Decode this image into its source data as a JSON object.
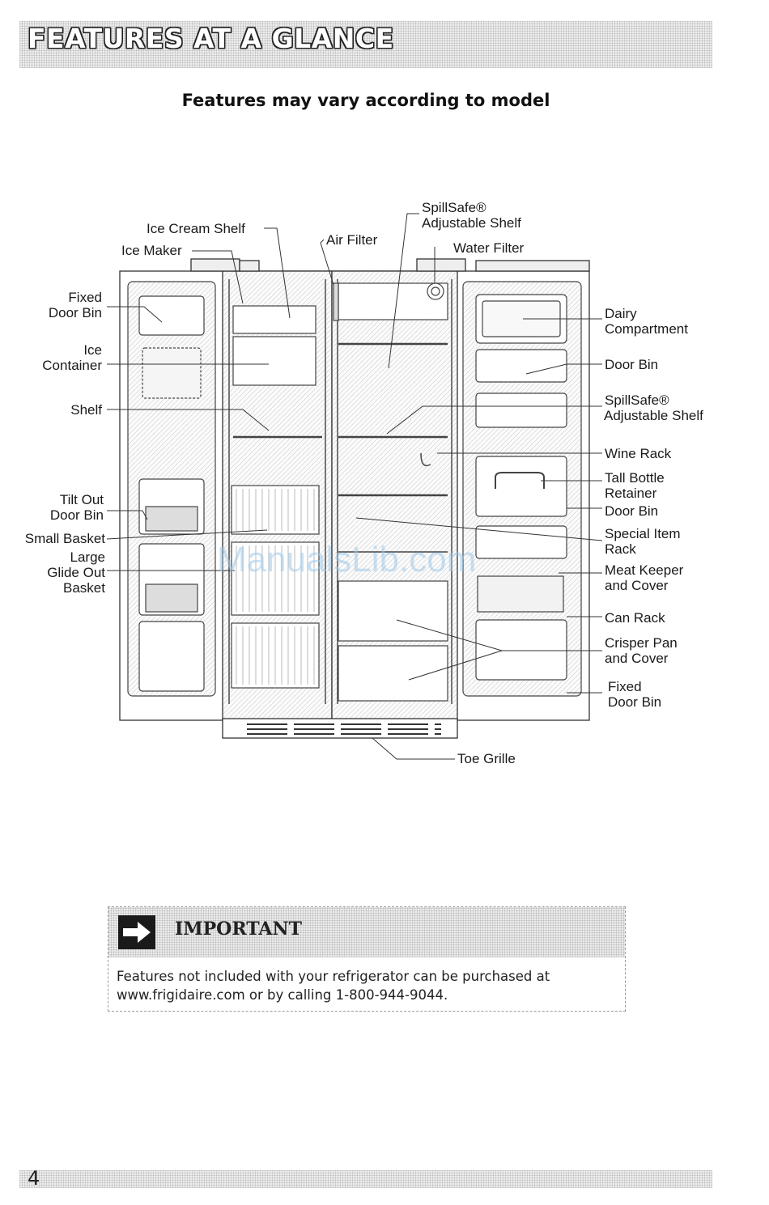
{
  "header": {
    "title": "FEATURES AT A GLANCE"
  },
  "subtitle": "Features may vary according to model",
  "diagram": {
    "callouts": {
      "spillsafe_top_line1": "SpillSafe®",
      "spillsafe_top_line2": "Adjustable Shelf",
      "ice_cream_shelf": "Ice Cream Shelf",
      "air_filter": "Air Filter",
      "ice_maker": "Ice Maker",
      "water_filter": "Water Filter",
      "fixed_door_bin_left_line1": "Fixed",
      "fixed_door_bin_left_line2": "Door Bin",
      "ice_container_line1": "Ice",
      "ice_container_line2": "Container",
      "shelf": "Shelf",
      "tilt_out_line1": "Tilt Out",
      "tilt_out_line2": "Door Bin",
      "small_basket": "Small Basket",
      "large_basket_line1": "Large",
      "large_basket_line2": "Glide Out",
      "large_basket_line3": "Basket",
      "dairy_line1": "Dairy",
      "dairy_line2": "Compartment",
      "door_bin_upper": "Door Bin",
      "spillsafe_right_line1": "SpillSafe®",
      "spillsafe_right_line2": "Adjustable Shelf",
      "wine_rack": "Wine Rack",
      "tall_bottle_line1": "Tall Bottle",
      "tall_bottle_line2": "Retainer",
      "door_bin_lower": "Door Bin",
      "special_item_line1": "Special Item",
      "special_item_line2": "Rack",
      "meat_keeper_line1": "Meat Keeper",
      "meat_keeper_line2": "and Cover",
      "can_rack": "Can Rack",
      "crisper_line1": "Crisper Pan",
      "crisper_line2": "and Cover",
      "fixed_door_bin_right_line1": "Fixed",
      "fixed_door_bin_right_line2": "Door Bin",
      "toe_grille": "Toe Grille"
    },
    "watermark": "ManualsLib.com"
  },
  "important": {
    "title": "IMPORTANT",
    "text_line1": "Features not included with your refrigerator can be purchased at",
    "text_line2": "www.frigidaire.com or by calling 1-800-944-9044."
  },
  "footer": {
    "page_number": "4"
  }
}
